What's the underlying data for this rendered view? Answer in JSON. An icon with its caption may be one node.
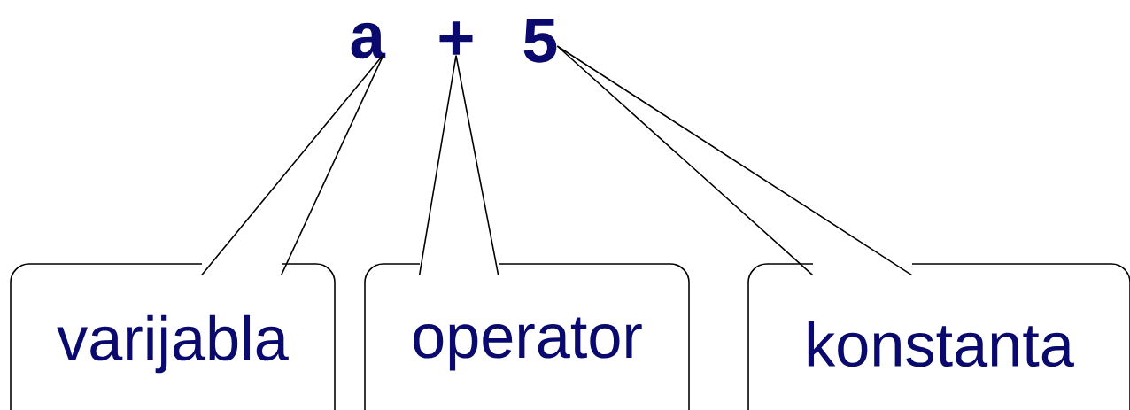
{
  "diagram": {
    "nodes": [
      {
        "text": [
          "a"
        ]
      },
      {
        "text": [
          "+"
        ]
      },
      {
        "text": [
          "5"
        ]
      },
      {
        "text": [
          "varijabla"
        ]
      },
      {
        "text": [
          "operator"
        ]
      },
      {
        "text": [
          "konstanta"
        ]
      }
    ],
    "edges": [
      {
        "from": 3,
        "to": 0,
        "arrow": "none"
      },
      {
        "from": 4,
        "to": 1,
        "arrow": "none"
      },
      {
        "from": 5,
        "to": 2,
        "arrow": "none"
      }
    ]
  }
}
